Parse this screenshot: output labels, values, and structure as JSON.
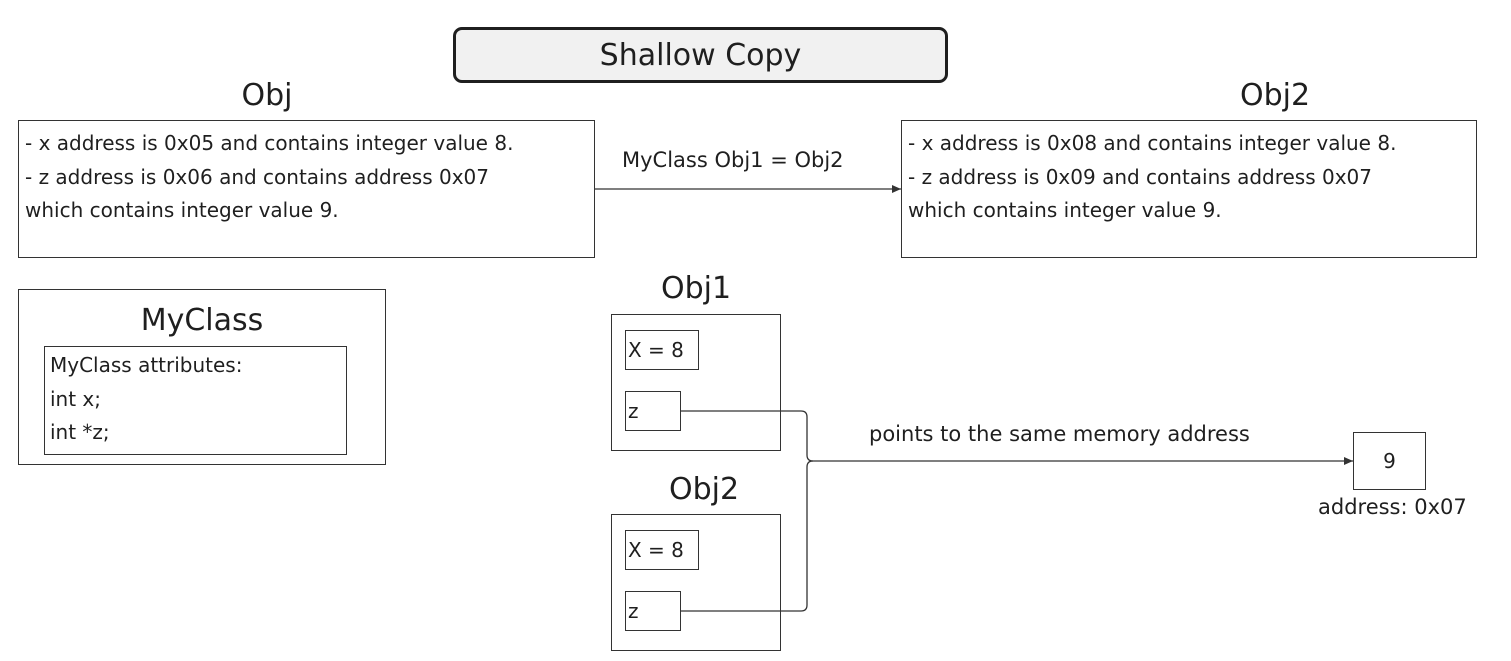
{
  "title": "Shallow Copy",
  "obj_section": {
    "heading": "Obj",
    "lines": [
      "- x address is 0x05 and contains integer value 8.",
      "- z address is 0x06 and contains address 0x07",
      "which contains integer value 9."
    ]
  },
  "obj2_section": {
    "heading": "Obj2",
    "lines": [
      "- x address is 0x08 and contains integer value 8.",
      "- z address is 0x09 and contains address 0x07",
      "which contains integer value 9."
    ]
  },
  "copy_arrow_label": "MyClass Obj1 = Obj2",
  "myclass": {
    "heading": "MyClass",
    "lines": [
      "MyClass attributes:",
      "int x;",
      "int *z;"
    ]
  },
  "obj1_box": {
    "heading": "Obj1",
    "x_field": "X = 8",
    "z_field": "z"
  },
  "obj2_box": {
    "heading": "Obj2",
    "x_field": "X = 8",
    "z_field": "z"
  },
  "pointer_label": "points to the same memory address",
  "memory": {
    "value": "9",
    "address_label": "address: 0x07"
  },
  "colors": {
    "stroke": "#333333",
    "title_fill": "#f1f1f1",
    "text": "#1f1f1f"
  }
}
